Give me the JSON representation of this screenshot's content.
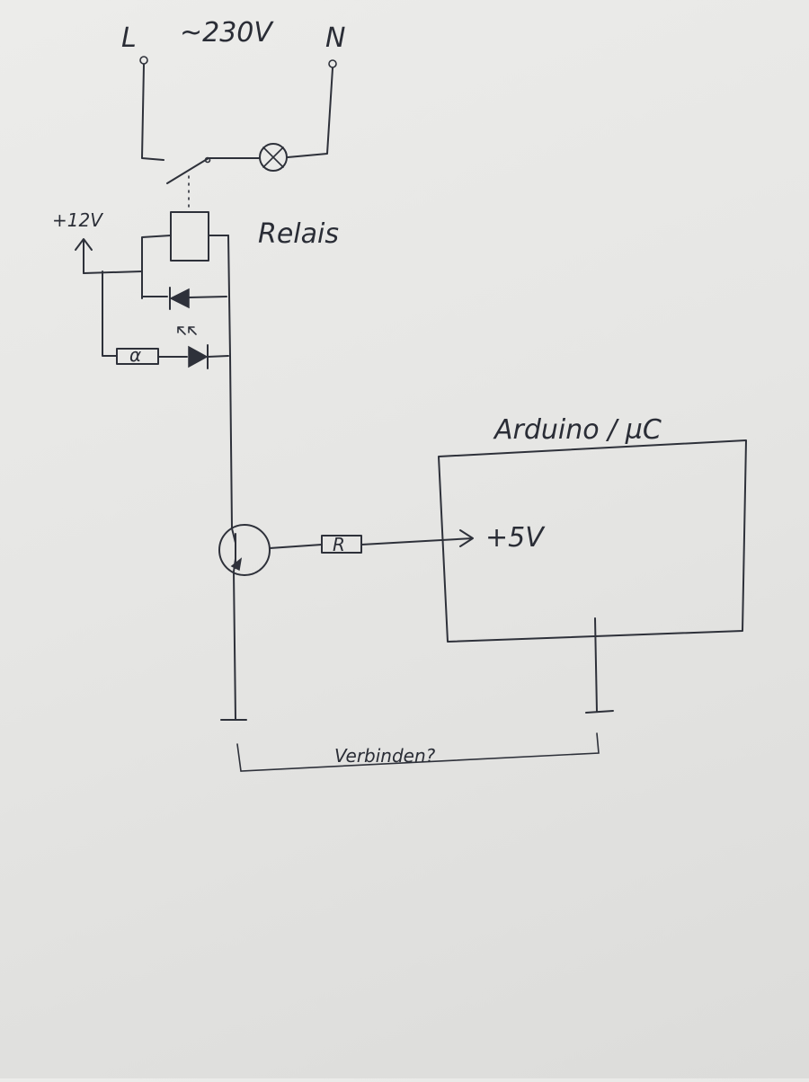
{
  "labels": {
    "phase": "L",
    "voltage_ac": "~230V",
    "neutral": "N",
    "supply_12v": "+12V",
    "relay": "Relais",
    "controller": "Arduino / µC",
    "output_5v": "+5V",
    "base_resistor": "R",
    "led_resistor": "α",
    "question": "Verbinden?"
  },
  "colors": {
    "ink": "#2e313a",
    "paper": "#e8e8e6"
  }
}
